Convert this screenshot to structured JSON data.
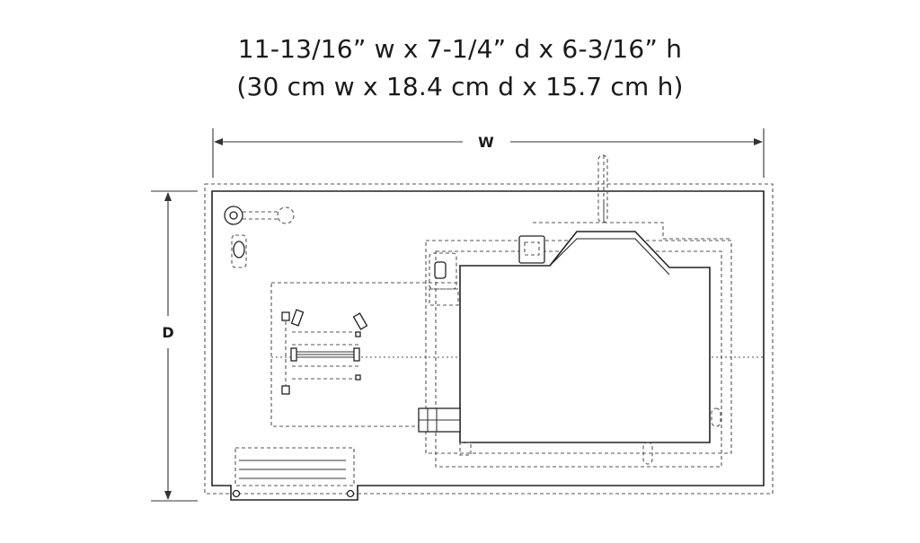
{
  "header": {
    "imperial": "11-13/16” w x 7-1/4” d x 6-3/16” h",
    "metric": "(30 cm w x 18.4 cm d x 15.7 cm h)"
  },
  "dimensions": {
    "width_label": "W",
    "depth_label": "D"
  }
}
